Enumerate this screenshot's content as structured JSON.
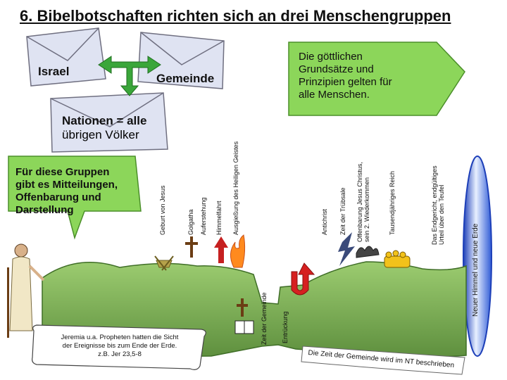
{
  "title": "6. Bibelbotschaften richten sich an drei Menschengruppen",
  "groups": {
    "israel": "Israel",
    "gemeinde": "Gemeinde",
    "nationen_line1": "Nationen = alle",
    "nationen_line2": "übrigen Völker"
  },
  "left_callout": {
    "line1": "Für diese Gruppen",
    "line2": "gibt es Mitteilungen,",
    "line3": "Offenbarung und",
    "line4": "Darstellung"
  },
  "right_callout": {
    "line1": "Die göttlichen",
    "line2": "Grundsätze und",
    "line3": "Prinzipien gelten für",
    "line4": "alle Menschen."
  },
  "timeline_labels": {
    "geburt": "Geburt von Jesus",
    "golgatha": "Golgatha",
    "auferstehung": "Auferstehung",
    "himmelfahrt": "Himmelfahrt",
    "ausgiessung": "Ausgießung des Heiligen Geistes",
    "zeit_gemeinde": "Zeit der Gemeinde",
    "entrueckung": "Entrückung",
    "antichrist": "Antichrist",
    "truebsale": "Zeit der Trübsale",
    "offenbarung_l1": "Offenbarung Jesus Christus,",
    "offenbarung_l2": "sein 2. Wiederkommen",
    "tausend": "Tausendjähriges Reich",
    "endgericht_l1": "Das Endgericht, endgültiges",
    "endgericht_l2": "Urteil über den Teufel",
    "neuer_himmel": "Neuer Himmel und neue Erde"
  },
  "jeremia": {
    "line1": "Jeremia u.a. Propheten hatten die Sicht",
    "line2": "der Ereignisse bis zum Ende der Erde.",
    "line3": "z.B. Jer 23,5-8"
  },
  "nt_note": "Die Zeit der Gemeinde wird im NT beschrieben",
  "colors": {
    "callout_green": "#8cd65a",
    "hill_green": "#7db35b",
    "hill_dark": "#5e8f3e",
    "globe_blue": "#2f5bd6",
    "envelope_fill": "#dfe3f2",
    "arrow_green": "#3aa63a"
  }
}
